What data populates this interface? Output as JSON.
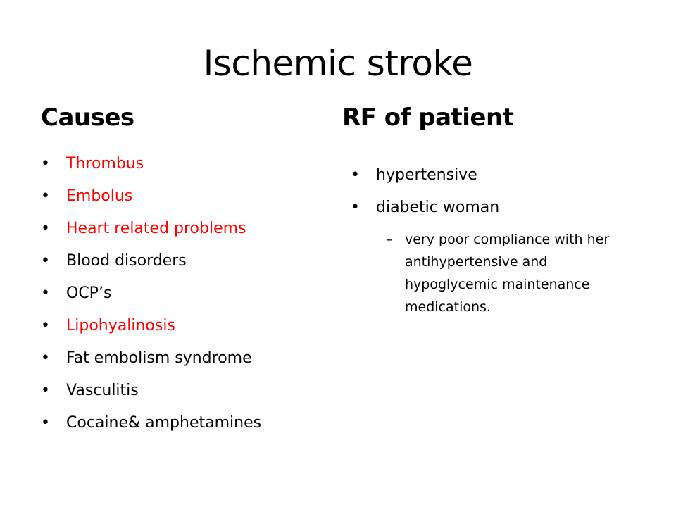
{
  "slide": {
    "title": "Ischemic stroke",
    "causes": {
      "heading": "Causes",
      "items": [
        {
          "text": "Thrombus",
          "color": "#ff0000"
        },
        {
          "text": "Embolus",
          "color": "#ff0000"
        },
        {
          "text": "Heart related problems",
          "color": "#ff0000"
        },
        {
          "text": "Blood disorders",
          "color": "#000000"
        },
        {
          "text": "OCP’s",
          "color": "#000000"
        },
        {
          "text": "Lipohyalinosis",
          "color": "#ff0000"
        },
        {
          "text": "Fat embolism syndrome",
          "color": "#000000"
        },
        {
          "text": "Vasculitis",
          "color": "#000000"
        },
        {
          "text": "Cocaine& amphetamines",
          "color": "#000000"
        }
      ]
    },
    "rf": {
      "heading": "RF of patient",
      "items": [
        {
          "text": "hypertensive"
        },
        {
          "text": "diabetic woman"
        }
      ],
      "sub_items": [
        {
          "marker": "–",
          "text": "very poor compliance with her antihypertensive and hypoglycemic maintenance medications."
        }
      ]
    },
    "bullet_glyph": "•",
    "highlight_color": "#ff0000"
  }
}
